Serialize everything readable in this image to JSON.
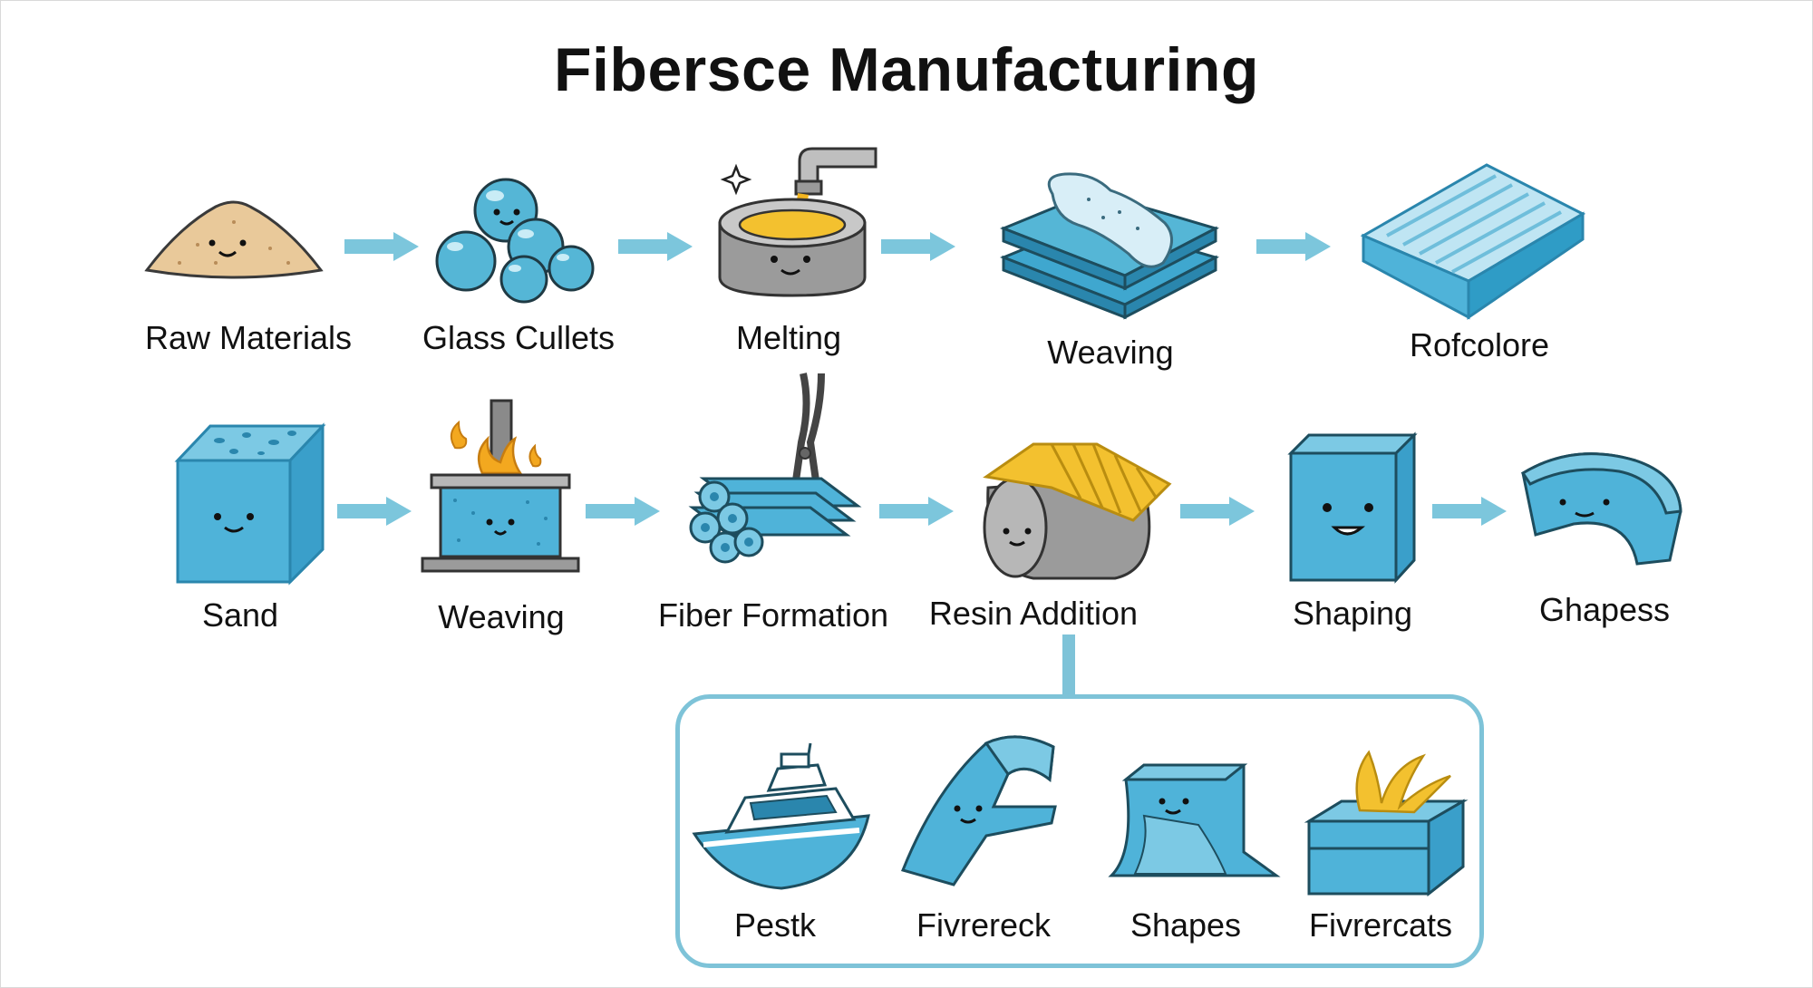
{
  "title": "Fibersce Manufacturing",
  "colors": {
    "primary_blue": "#4fb3d9",
    "dark_blue": "#2a86ad",
    "arrow": "#7cc6dc",
    "gold": "#f3c12f",
    "sand": "#e9c99a",
    "steel": "#9b9b9b",
    "box_border": "#7ec3d8"
  },
  "row1": [
    {
      "label": "Raw Materials",
      "icon": "sand-pile-icon"
    },
    {
      "label": "Glass Cullets",
      "icon": "glass-cullets-icon"
    },
    {
      "label": "Melting",
      "icon": "melting-furnace-icon"
    },
    {
      "label": "Weaving",
      "icon": "woven-sheets-icon"
    },
    {
      "label": "Rofcolore",
      "icon": "ribbed-panel-icon"
    }
  ],
  "row2": [
    {
      "label": "Sand",
      "icon": "sand-cube-icon"
    },
    {
      "label": "Weaving",
      "icon": "press-heater-icon"
    },
    {
      "label": "Fiber Formation",
      "icon": "fiber-rolls-icon"
    },
    {
      "label": "Resin Addition",
      "icon": "resin-roller-icon"
    },
    {
      "label": "Shaping",
      "icon": "shaped-block-icon"
    },
    {
      "label": "Ghapess",
      "icon": "curved-shape-icon"
    }
  ],
  "outputs": [
    {
      "label": "Pestk",
      "icon": "boat-icon"
    },
    {
      "label": "Fivrereck",
      "icon": "curved-ramp-icon"
    },
    {
      "label": "Shapes",
      "icon": "molded-shape-icon"
    },
    {
      "label": "Fivrercats",
      "icon": "fiber-box-icon"
    }
  ]
}
